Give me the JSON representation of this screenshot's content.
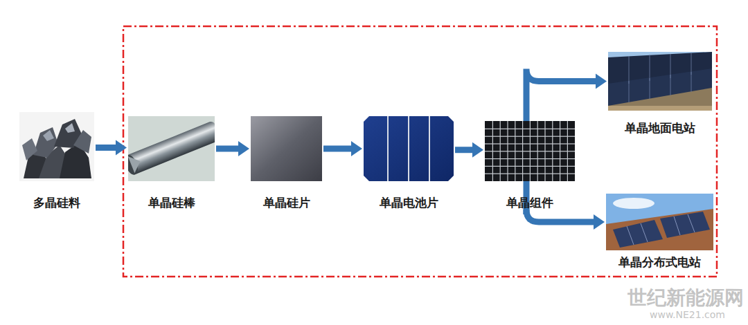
{
  "diagram": {
    "nodes": [
      {
        "text": [
          "多晶硅料"
        ]
      },
      {
        "text": [
          "单晶硅棒"
        ]
      },
      {
        "text": [
          "单晶硅片"
        ]
      },
      {
        "text": [
          "单晶电池片"
        ]
      },
      {
        "text": [
          "单晶组件"
        ]
      },
      {
        "text": [
          "单晶地面电站"
        ]
      },
      {
        "text": [
          "单晶分布式电站"
        ]
      }
    ],
    "edges": [
      {
        "from": 0,
        "to": 1,
        "arrow": "to"
      },
      {
        "from": 1,
        "to": 2,
        "arrow": "to"
      },
      {
        "from": 2,
        "to": 3,
        "arrow": "to"
      },
      {
        "from": 3,
        "to": 4,
        "arrow": "to"
      },
      {
        "from": 4,
        "to": 5,
        "arrow": "to"
      },
      {
        "from": 4,
        "to": 6,
        "arrow": "to"
      }
    ],
    "labels": [
      "世纪新能源网",
      "www.NE21.com"
    ]
  }
}
